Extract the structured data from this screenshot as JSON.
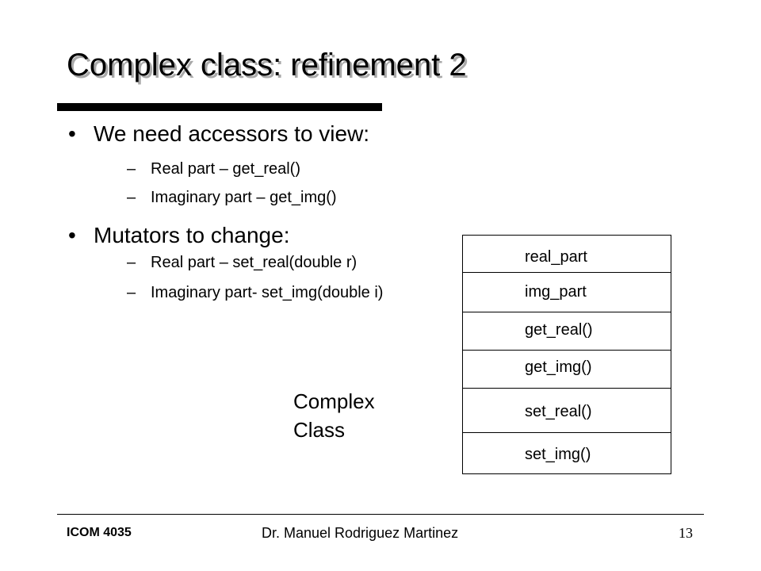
{
  "slide": {
    "title": "Complex class: refinement 2",
    "bullets": [
      {
        "text": "We need accessors to view:",
        "subitems": [
          "Real part – get_real()",
          "Imaginary part – get_img()"
        ]
      },
      {
        "text": "Mutators to change:",
        "subitems": [
          "Real part – set_real(double r)",
          "Imaginary part- set_img(double i)"
        ]
      }
    ],
    "bullet_glyph": "•",
    "subbullet_glyph": "–"
  },
  "uml": {
    "attributes": [
      "real_part",
      "img_part"
    ],
    "methods": [
      "get_real()",
      "get_img()",
      "set_real()",
      "set_img()"
    ]
  },
  "caption": {
    "line1": "Complex",
    "line2": "Class"
  },
  "footer": {
    "course": "ICOM 4035",
    "author": "Dr. Manuel Rodriguez Martinez",
    "page_number": "13"
  }
}
